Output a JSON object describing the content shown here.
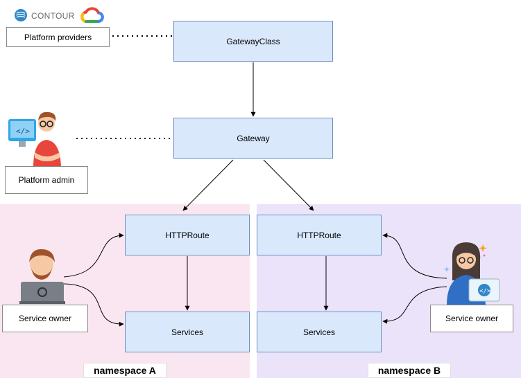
{
  "brand": {
    "contour_label": "CONTOUR",
    "contour_icon": "contour-logo-icon",
    "cloud_icon": "google-cloud-logo-icon"
  },
  "actors": {
    "platform_providers": "Platform providers",
    "platform_admin": "Platform admin",
    "service_owner_a": "Service owner",
    "service_owner_b": "Service owner"
  },
  "nodes": {
    "gatewayclass": "GatewayClass",
    "gateway": "Gateway",
    "httproute_a": "HTTPRoute",
    "services_a": "Services",
    "httproute_b": "HTTPRoute",
    "services_b": "Services"
  },
  "namespaces": {
    "a": "namespace A",
    "b": "namespace B"
  },
  "colors": {
    "node_fill": "#dae8fc",
    "node_stroke": "#6c8ebf",
    "namespace_a_bg": "#fae6f0",
    "namespace_b_bg": "#ebe3fa"
  }
}
